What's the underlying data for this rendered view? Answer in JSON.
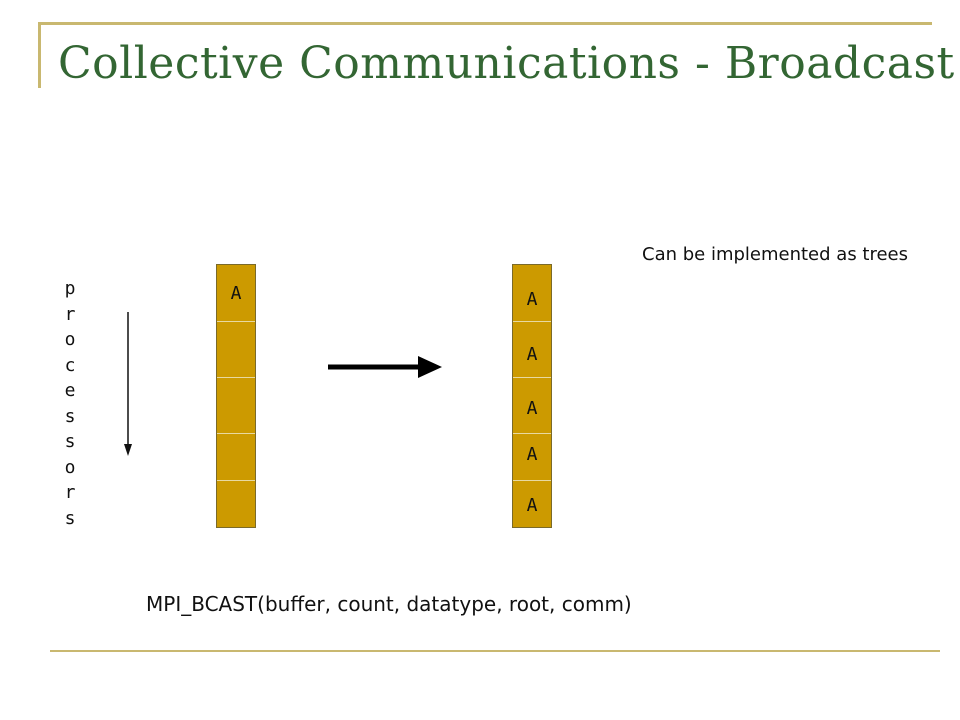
{
  "slide": {
    "title": "Collective Communications - Broadcast",
    "axis_label_letters": [
      "p",
      "r",
      "o",
      "c",
      "e",
      "s",
      "s",
      "o",
      "r",
      "s"
    ],
    "left_column": {
      "cells": [
        "A",
        "",
        "",
        "",
        ""
      ]
    },
    "right_column": {
      "cells": [
        "A",
        "A",
        "A",
        "A",
        "A"
      ]
    },
    "note": "Can be implemented as trees",
    "function_call": "MPI_BCAST(buffer, count, datatype, root, comm)"
  },
  "colors": {
    "title": "#336633",
    "frame": "#c9b870",
    "cell_fill": "#cc9a00"
  }
}
